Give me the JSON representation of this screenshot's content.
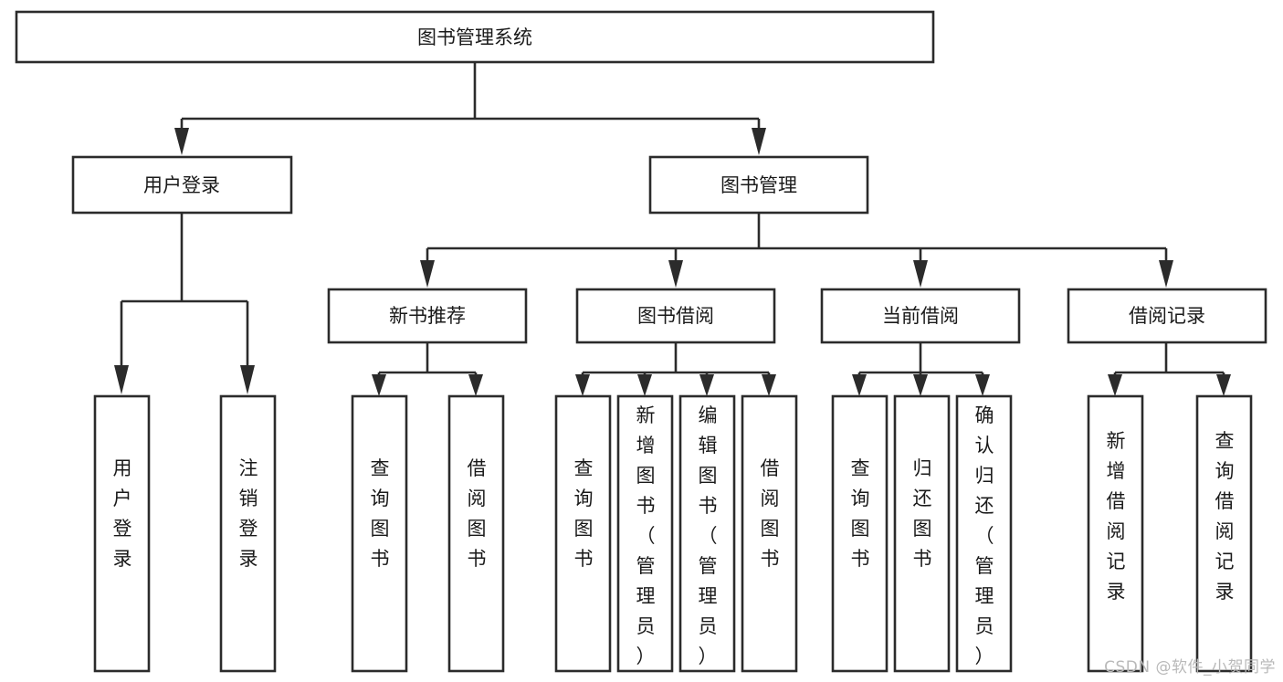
{
  "diagram": {
    "type": "tree-flowchart",
    "title": "图书管理系统",
    "watermark": "CSDN @软件_小贺同学",
    "colors": {
      "box_stroke": "#2b2b2b",
      "box_fill": "#ffffff",
      "text": "#1a1a1a",
      "background": "#ffffff",
      "watermark": "#b9b9b9"
    },
    "levels": {
      "root": {
        "label": "图书管理系统"
      },
      "level2": [
        {
          "id": "user-login",
          "label": "用户登录"
        },
        {
          "id": "book-manage",
          "label": "图书管理"
        }
      ],
      "level3": [
        {
          "id": "new-book-rec",
          "label": "新书推荐",
          "parent": "book-manage"
        },
        {
          "id": "book-borrow",
          "label": "图书借阅",
          "parent": "book-manage"
        },
        {
          "id": "current-borrow",
          "label": "当前借阅",
          "parent": "book-manage"
        },
        {
          "id": "borrow-record",
          "label": "借阅记录",
          "parent": "book-manage"
        }
      ],
      "leaves": [
        {
          "id": "leaf-user-login",
          "label": "用户登录",
          "parent": "user-login"
        },
        {
          "id": "leaf-logout",
          "label": "注销登录",
          "parent": "user-login"
        },
        {
          "id": "leaf-query-book-1",
          "label": "查询图书",
          "parent": "new-book-rec"
        },
        {
          "id": "leaf-borrow-book-1",
          "label": "借阅图书",
          "parent": "new-book-rec"
        },
        {
          "id": "leaf-query-book-2",
          "label": "查询图书",
          "parent": "book-borrow"
        },
        {
          "id": "leaf-add-book",
          "label": "新增图书（管理员）",
          "parent": "book-borrow"
        },
        {
          "id": "leaf-edit-book",
          "label": "编辑图书（管理员）",
          "parent": "book-borrow"
        },
        {
          "id": "leaf-borrow-book-2",
          "label": "借阅图书",
          "parent": "book-borrow"
        },
        {
          "id": "leaf-query-book-3",
          "label": "查询图书",
          "parent": "current-borrow"
        },
        {
          "id": "leaf-return-book",
          "label": "归还图书",
          "parent": "current-borrow"
        },
        {
          "id": "leaf-confirm-return",
          "label": "确认归还（管理员）",
          "parent": "current-borrow"
        },
        {
          "id": "leaf-add-record",
          "label": "新增借阅记录",
          "parent": "borrow-record"
        },
        {
          "id": "leaf-query-record",
          "label": "查询借阅记录",
          "parent": "borrow-record"
        }
      ]
    }
  }
}
